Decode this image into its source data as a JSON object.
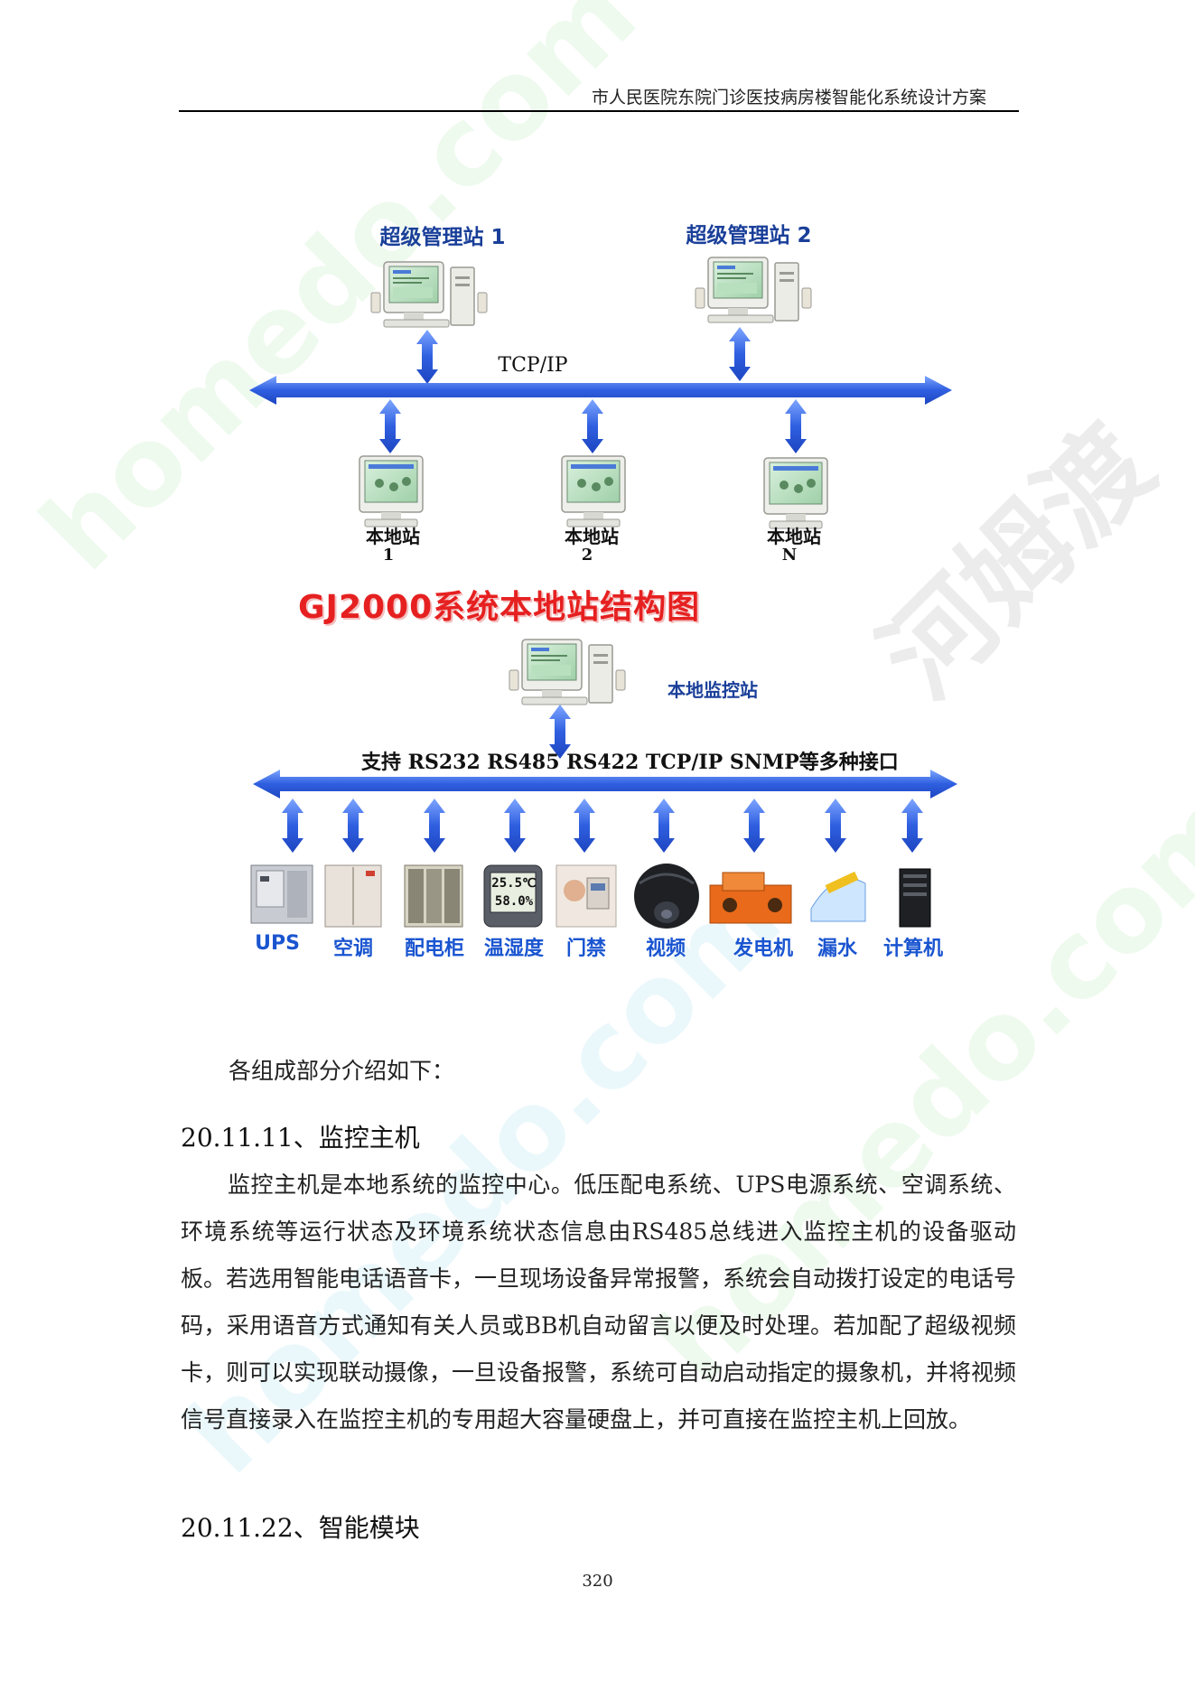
{
  "header": {
    "title": "市人民医院东院门诊医技病房楼智能化系统设计方案"
  },
  "watermark": {
    "site": "homedo.com",
    "brand": "河姆渡"
  },
  "diagram": {
    "super_station_1": "超级管理站 1",
    "super_station_2": "超级管理站 2",
    "top_bus_label": "TCP/IP",
    "local_stations": [
      {
        "label": "本地站",
        "index": "1"
      },
      {
        "label": "本地站",
        "index": "2"
      },
      {
        "label": "本地站",
        "index": "N"
      }
    ],
    "title": "GJ2000系统本地站结构图",
    "monitor_station": "本地监控站",
    "interface_label": "支持 RS232 RS485 RS422 TCP/IP SNMP等多种接口",
    "devices": [
      "UPS",
      "空调",
      "配电柜",
      "温湿度",
      "门禁",
      "视频",
      "发电机",
      "漏水",
      "计算机"
    ],
    "sensor_temp": "25.5℃",
    "sensor_humidity": "58.0%"
  },
  "content": {
    "intro": "各组成部分介绍如下：",
    "section1_heading": "20.11.11、监控主机",
    "section1_body": "监控主机是本地系统的监控中心。低压配电系统、UPS电源系统、空调系统、环境系统等运行状态及环境系统状态信息由RS485总线进入监控主机的设备驱动板。若选用智能电话语音卡，一旦现场设备异常报警，系统会自动拨打设定的电话号码，采用语音方式通知有关人员或BB机自动留言以便及时处理。若加配了超级视频卡，则可以实现联动摄像，一旦设备报警，系统可自动启动指定的摄象机，并将视频信号直接录入在监控主机的专用超大容量硬盘上，并可直接在监控主机上回放。",
    "section2_heading": "20.11.22、智能模块"
  },
  "footer": {
    "page_number": "320"
  },
  "colors": {
    "bus_blue": "#3f6fe6",
    "title_red": "#e62020",
    "label_blue": "#1a3f99"
  }
}
